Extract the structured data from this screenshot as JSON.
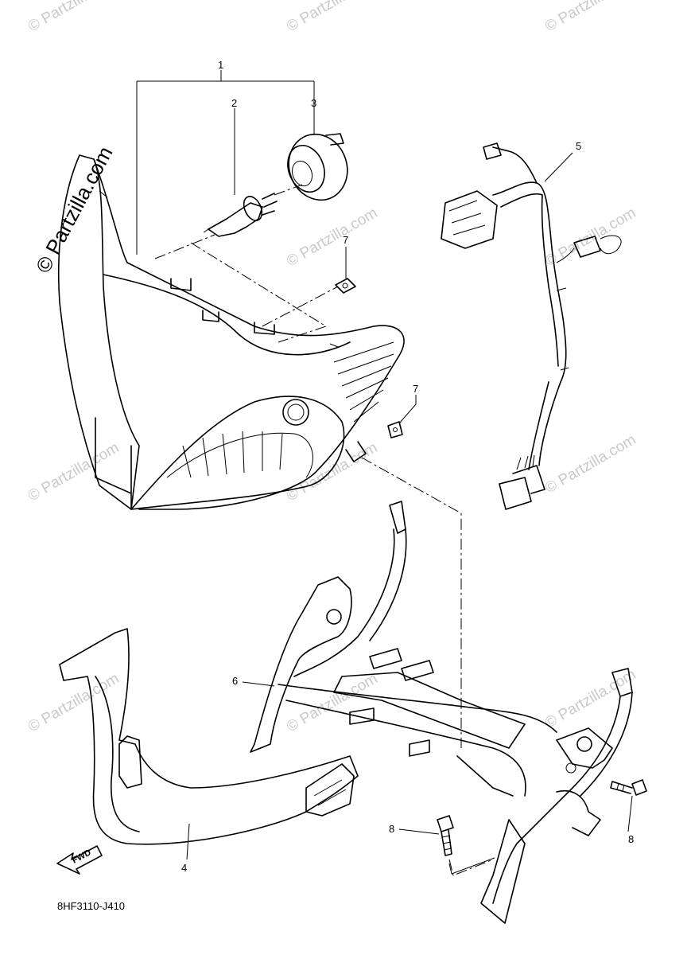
{
  "watermark": "© Partzilla.com",
  "diagram_code": "8HF3110-J410",
  "fwd_label": "FWD",
  "callouts": {
    "c1": "1",
    "c2": "2",
    "c3": "3",
    "c4": "4",
    "c5": "5",
    "c6": "6",
    "c7a": "7",
    "c7b": "7",
    "c8a": "8",
    "c8b": "8"
  }
}
